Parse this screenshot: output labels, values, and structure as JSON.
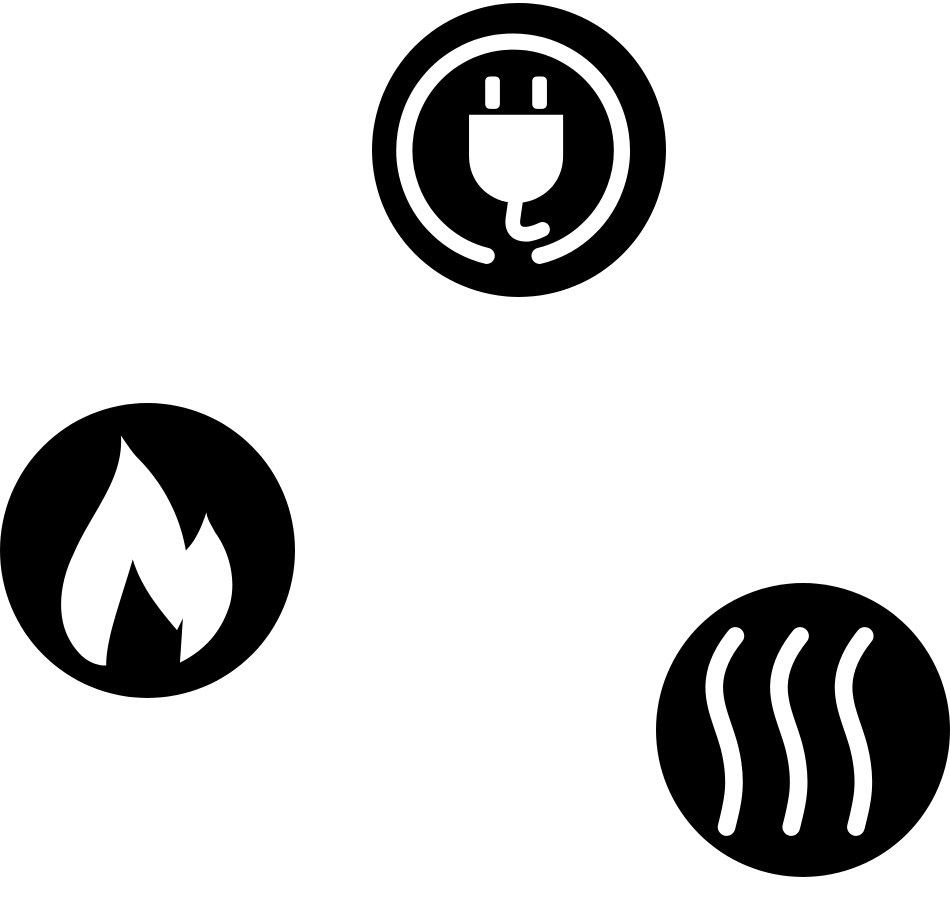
{
  "canvas": {
    "background": "#ffffff"
  },
  "icons": [
    {
      "id": "power",
      "name": "plug-icon",
      "description_color": "#000000"
    },
    {
      "id": "gas",
      "name": "flame-icon",
      "description_color": "#000000"
    },
    {
      "id": "heat",
      "name": "heat-waves-icon",
      "description_color": "#000000"
    }
  ],
  "colors": {
    "badge_fill": "#000000",
    "glyph_fill": "#ffffff"
  }
}
